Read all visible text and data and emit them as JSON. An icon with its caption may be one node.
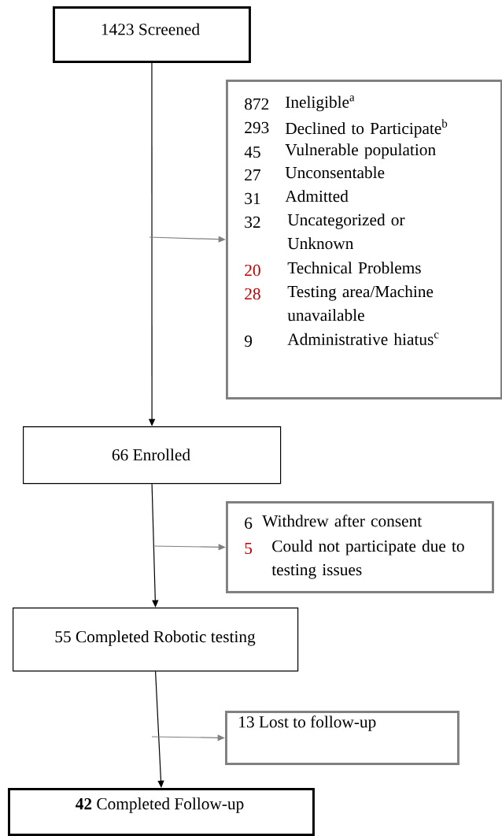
{
  "diagram": {
    "nodes": [
      {
        "text": [
          "1423 Screened"
        ]
      },
      {
        "text": [
          "872",
          "Ineligible$^{a}$",
          "293",
          "Declined to Participate$^{b}$",
          "45",
          "Vulnerable population",
          "27",
          "Unconsentable",
          "31",
          "Admitted",
          "32",
          "Uncategorized or Unknown",
          "20",
          "Technical Problems",
          "28",
          "Testing area/Machine unavailable",
          "9",
          "Administrative hiatus$^{c}$"
        ]
      },
      {
        "text": [
          "66 Enrolled"
        ]
      },
      {
        "text": [
          "6",
          "Withdrew after consent",
          "5",
          "Could not participate due to testing issues"
        ]
      },
      {
        "text": [
          "55 Completed Robotic testing"
        ]
      },
      {
        "text": [
          "13 Lost to follow-up"
        ]
      },
      {
        "text": [
          "**42** Completed Follow-up"
        ]
      }
    ],
    "edges": [
      {
        "from": 0,
        "to": 2,
        "arrow": "to"
      },
      {
        "from": null,
        "to": 1,
        "arrow": "to",
        "color": "#808080"
      },
      {
        "from": 2,
        "to": 4,
        "arrow": "to"
      },
      {
        "from": null,
        "to": 3,
        "arrow": "to",
        "color": "#808080"
      },
      {
        "from": 4,
        "to": 6,
        "arrow": "to"
      },
      {
        "from": null,
        "to": 5,
        "arrow": "to",
        "color": "#808080"
      }
    ]
  }
}
